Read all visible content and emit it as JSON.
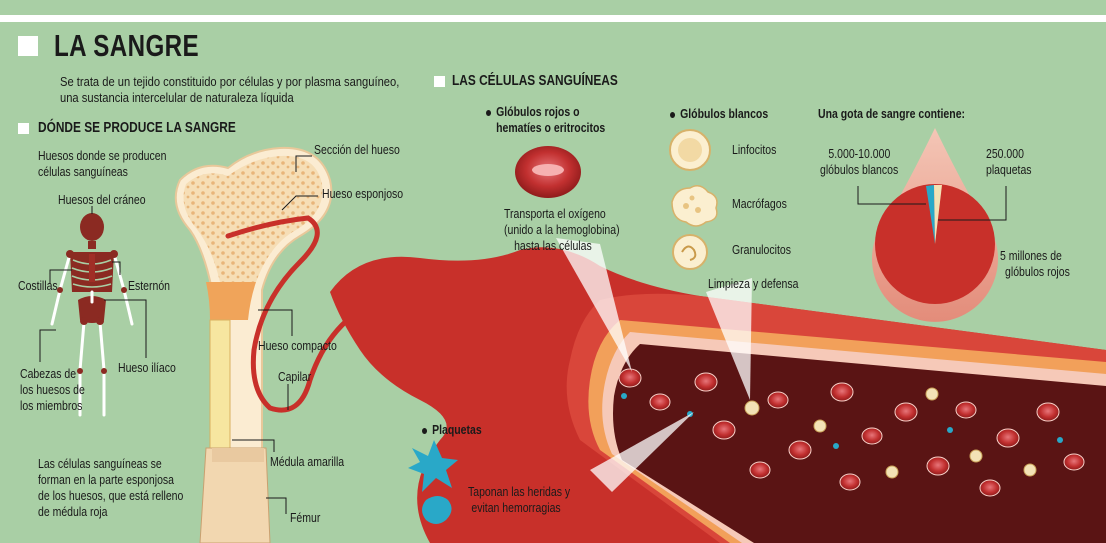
{
  "title": "LA SANGRE",
  "intro": [
    "Se trata de un tejido constituido por células y por plasma sanguíneo,",
    "una sustancia intercelular de naturaleza líquida"
  ],
  "production": {
    "heading": "DÓNDE SE PRODUCE LA SANGRE",
    "bones_label": [
      "Huesos donde se producen",
      "células sanguíneas"
    ],
    "skeleton": {
      "skull": "Huesos del cráneo",
      "ribs": "Costillas",
      "sternum": "Esternón",
      "iliac": "Hueso ilíaco",
      "limb_heads": [
        "Cabezas de",
        "los huesos de",
        "los miembros"
      ]
    },
    "note": [
      "Las células sanguíneas se",
      "forman en la parte esponjosa",
      "de los huesos, que está relleno",
      "de médula roja"
    ],
    "bone": {
      "section": "Sección del hueso",
      "spongy": "Hueso esponjoso",
      "compact": "Hueso compacto",
      "capillary": "Capilar",
      "yellow_marrow": "Médula amarilla",
      "femur": "Fémur"
    }
  },
  "cells": {
    "heading": "LAS CÉLULAS SANGUÍNEAS",
    "red": {
      "title": [
        "Glóbulos rojos o",
        "hematíes o eritrocitos"
      ],
      "desc": [
        "Transporta el oxígeno",
        "(unido a la hemoglobina)",
        "hasta las células"
      ]
    },
    "white": {
      "title": "Glóbulos blancos",
      "types": [
        "Linfocitos",
        "Macrófagos",
        "Granulocitos"
      ],
      "function": "Limpieza y defensa"
    },
    "platelets": {
      "title": "Plaquetas",
      "desc": [
        "Taponan las heridas y",
        "evitan hemorragias"
      ]
    }
  },
  "drop": {
    "title": "Una gota de sangre contiene:",
    "white": [
      "5.000-10.000",
      "glóbulos blancos"
    ],
    "platelets": [
      "250.000",
      "plaquetas"
    ],
    "red": [
      "5 millones de",
      "glóbulos rojos"
    ]
  },
  "colors": {
    "background": "#a9cfa5",
    "blood": "#c8302a",
    "bone": "#f4dcb4",
    "platelet": "#29a8c8",
    "skeleton": "#8b2a22"
  }
}
